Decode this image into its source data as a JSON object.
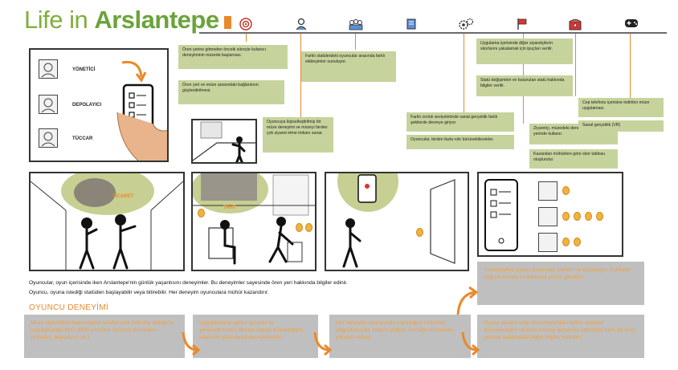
{
  "title": {
    "part1": "Life in ",
    "part2": "Arslantepe"
  },
  "timeline_icons": [
    "target-icon",
    "user-icon",
    "group-icon",
    "book-icon",
    "gears-icon",
    "flag-icon",
    "chest-icon",
    "gamepad-icon"
  ],
  "roles": {
    "yonetici": "YÖNETİCİ",
    "depolayici": "DEPOLAYICI",
    "tuccar": "TÜCCAR"
  },
  "boxes": {
    "b1": "Ören yerine gitmeden önceki süreçte kulanıcı deneyiminin müzede başlaması.",
    "b2": "Ören yeri ve müze arasındaki bağlantının güçlendirilmesi.",
    "b3": "Oyuncuya kişiselleştirilmiş bir müze deneyimi ve müzeyi birden çok ziyaret etme imkanı sunar.",
    "b4": "Farklı statülerdeki oyuncular arasında farklı etkileşimler sunuluyor.",
    "b5": "Farklı zorluk seviyelerinde sanal gerçeklik farklı şekilerde devreye giriyor.",
    "b6": "Oyuncular, birden fazla role bürünebilecekler.",
    "b7": "Uygulama içerisinde diğer ziyaretçilerin skorlarını yakalamak için ipuçları verilir.",
    "b8": "Statü değişimleri ve bulunulan statü hakkında bilgiler verilir.",
    "b9": "Ziyaretçi, müzedeki deneyimlerini ören yerinde kullanır.",
    "b10": "Kazanılan mühürlere göre skor tablosu oluşturulur.",
    "b11": "Cep telefonu içerisine indirilen müze uygulaması.",
    "b12": "Sanal gerçeklik (VR)"
  },
  "panel_labels": {
    "ticaret": "TİCARET",
    "taht": "TAHT"
  },
  "captions": {
    "line1": "Oyuncular, oyun içerisinde iken Arslantepe'nin günlük yaşantısını deneyimler. Bu deneyimler sayesinde ören yeri hakkında bilgiler edinir.",
    "line2": "Oyuncu, oyuna istediği statüden başlayabilir veya bitirebilir. Her deneyim oyunculara mühür kazandırır."
  },
  "section_title": "OYUNCU DENEYİMİ",
  "experience": {
    "e1": "Müze ziyaretime başlamadan telefonuma indirmiş olduğum uygulamadan M.Ö 3000 yılındaki statümü belirledim. (yönetici, depolayıcı vb.)",
    "e2": "Uygulamadan gelen ipuçları ve yönlendirmeleri dikkate alarak bulunduğum statünün görevlerini deneyimledim.",
    "e3": "Her deneyim sonrasında topladığım mühürler doğrultusunda statüm değişti. Örneğin tüccarken yönetici oldum.",
    "e4": "Yöneticiyken oyunu bırakmak istedim ve topladığım mühürler doğrultusunda sıralamada yerimi gördüm.",
    "e5": "Oyuna devam edip Arslantepe'deki bütün statüleri deneyimledim ve hem müzeyi gezerken eğlendim hem de ören yerinde kullanabileceğim bilgiler edindim."
  },
  "colors": {
    "accent": "#e9892a",
    "green": "#c6d39c",
    "title_green": "#6aa33a",
    "gray_box": "#bfbfbf"
  }
}
